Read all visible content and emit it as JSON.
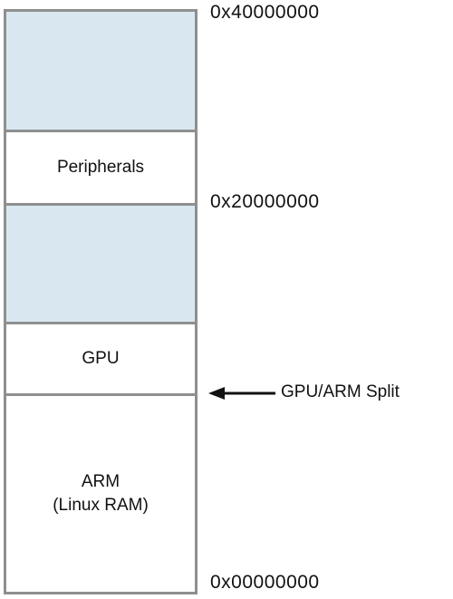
{
  "addresses": {
    "top": "0x40000000",
    "middle": "0x20000000",
    "bottom": "0x00000000"
  },
  "regions": {
    "peripherals": "Peripherals",
    "gpu": "GPU",
    "arm_line1": "ARM",
    "arm_line2": "(Linux RAM)"
  },
  "annotation": {
    "split_label": "GPU/ARM Split",
    "icon": "arrow-left-icon"
  },
  "colors": {
    "shaded_region": "#d9e8f0",
    "border": "#8f8f8f",
    "text": "#111111"
  }
}
